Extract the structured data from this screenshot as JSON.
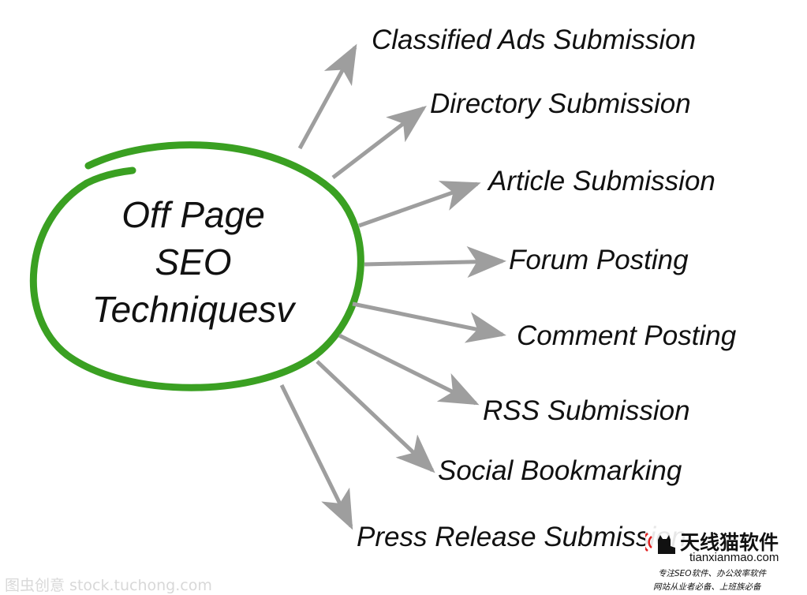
{
  "center": {
    "lines": [
      "Off Page",
      "SEO",
      "Techniquesv"
    ],
    "ring_color": "#3aa022"
  },
  "arrow_color": "#9e9e9e",
  "branches": [
    "Classified Ads Submission",
    "Directory Submission",
    "Article Submission",
    "Forum Posting",
    "Comment Posting",
    "RSS Submission",
    "Social Bookmarking",
    "Press Release Submission"
  ],
  "watermark": "图虫创意 stock.tuchong.com",
  "brand": {
    "name": "天线猫软件",
    "domain": "tianxianmao.com",
    "tagline_1": "专注SEO软件、办公效率软件",
    "tagline_2": "网站从业者必备、上班族必备",
    "logo_icon": "cat-icon",
    "accent_color": "#e02020"
  }
}
